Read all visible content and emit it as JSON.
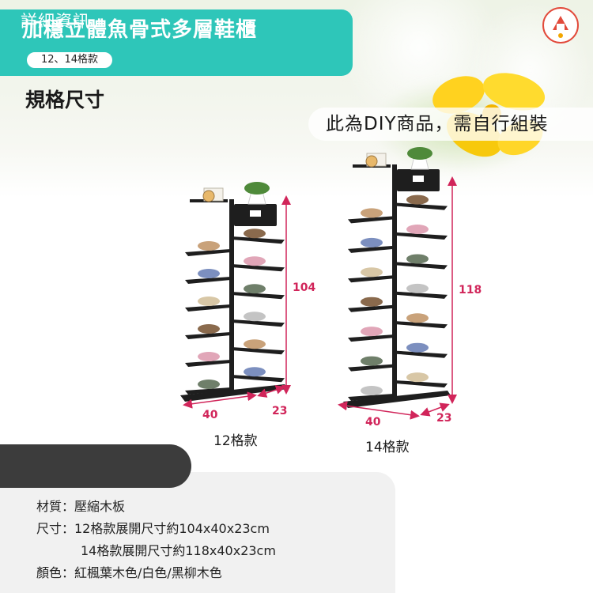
{
  "header": {
    "title": "加穩立體魚骨式多層鞋櫃",
    "subtitle_tag": "12、14格款"
  },
  "section": {
    "spec_title": "規格尺寸",
    "diy_note": "此為DIY商品，需自行組裝"
  },
  "models": [
    {
      "label": "12格款",
      "height": "104",
      "width": "40",
      "depth": "23",
      "shelves": 12
    },
    {
      "label": "14格款",
      "height": "118",
      "width": "40",
      "depth": "23",
      "shelves": 14
    }
  ],
  "details": {
    "tab_label": "詳細資訊",
    "material": "材質：壓縮木板",
    "size_line1": "尺寸：12格款展開尺寸約104x40x23cm",
    "size_line2": "14格款展開尺寸約118x40x23cm",
    "color": "顏色：紅楓葉木色/白色/黑柳木色"
  },
  "colors": {
    "accent": "#2ec6b9",
    "dimension": "#d1255a",
    "cabinet": "#1e1e1e",
    "tab": "#3c3c3c"
  },
  "icons": [
    "brand-logo-icon",
    "flower-decoration",
    "potted-plant-icon",
    "clock-icon",
    "shoe-icon"
  ]
}
